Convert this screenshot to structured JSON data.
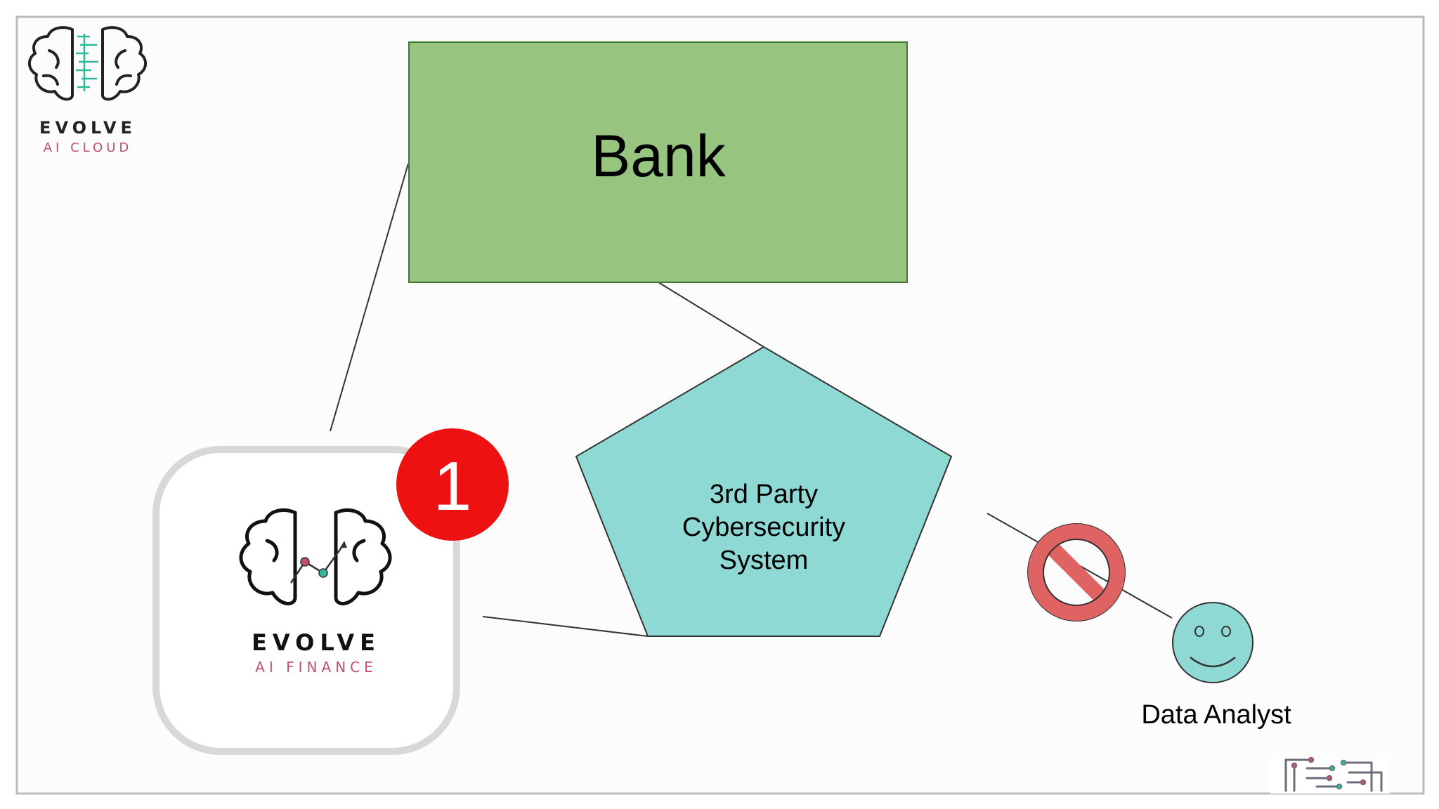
{
  "logo_top": {
    "title": "EVOLVE",
    "subtitle": "AI CLOUD"
  },
  "diagram": {
    "bank": {
      "label": "Bank",
      "fill": "#97c47f",
      "stroke": "#3f7a2a"
    },
    "security": {
      "lines": [
        "3rd Party",
        "Cybersecurity",
        "System"
      ],
      "fill": "#8fd9d4"
    },
    "app_icon": {
      "title": "EVOLVE",
      "subtitle": "AI FINANCE",
      "badge": {
        "count": "1",
        "color": "#ee1111"
      }
    },
    "blocked": {
      "icon": "prohibited-icon",
      "color": "#e06363"
    },
    "analyst": {
      "label": "Data Analyst",
      "icon": "smiley-face-icon",
      "fill": "#8fd9d4"
    }
  },
  "logo_bottom": {
    "icon": "circuit-icon"
  },
  "colors": {
    "accent_pink": "#c0506b",
    "accent_teal": "#2db99a"
  }
}
